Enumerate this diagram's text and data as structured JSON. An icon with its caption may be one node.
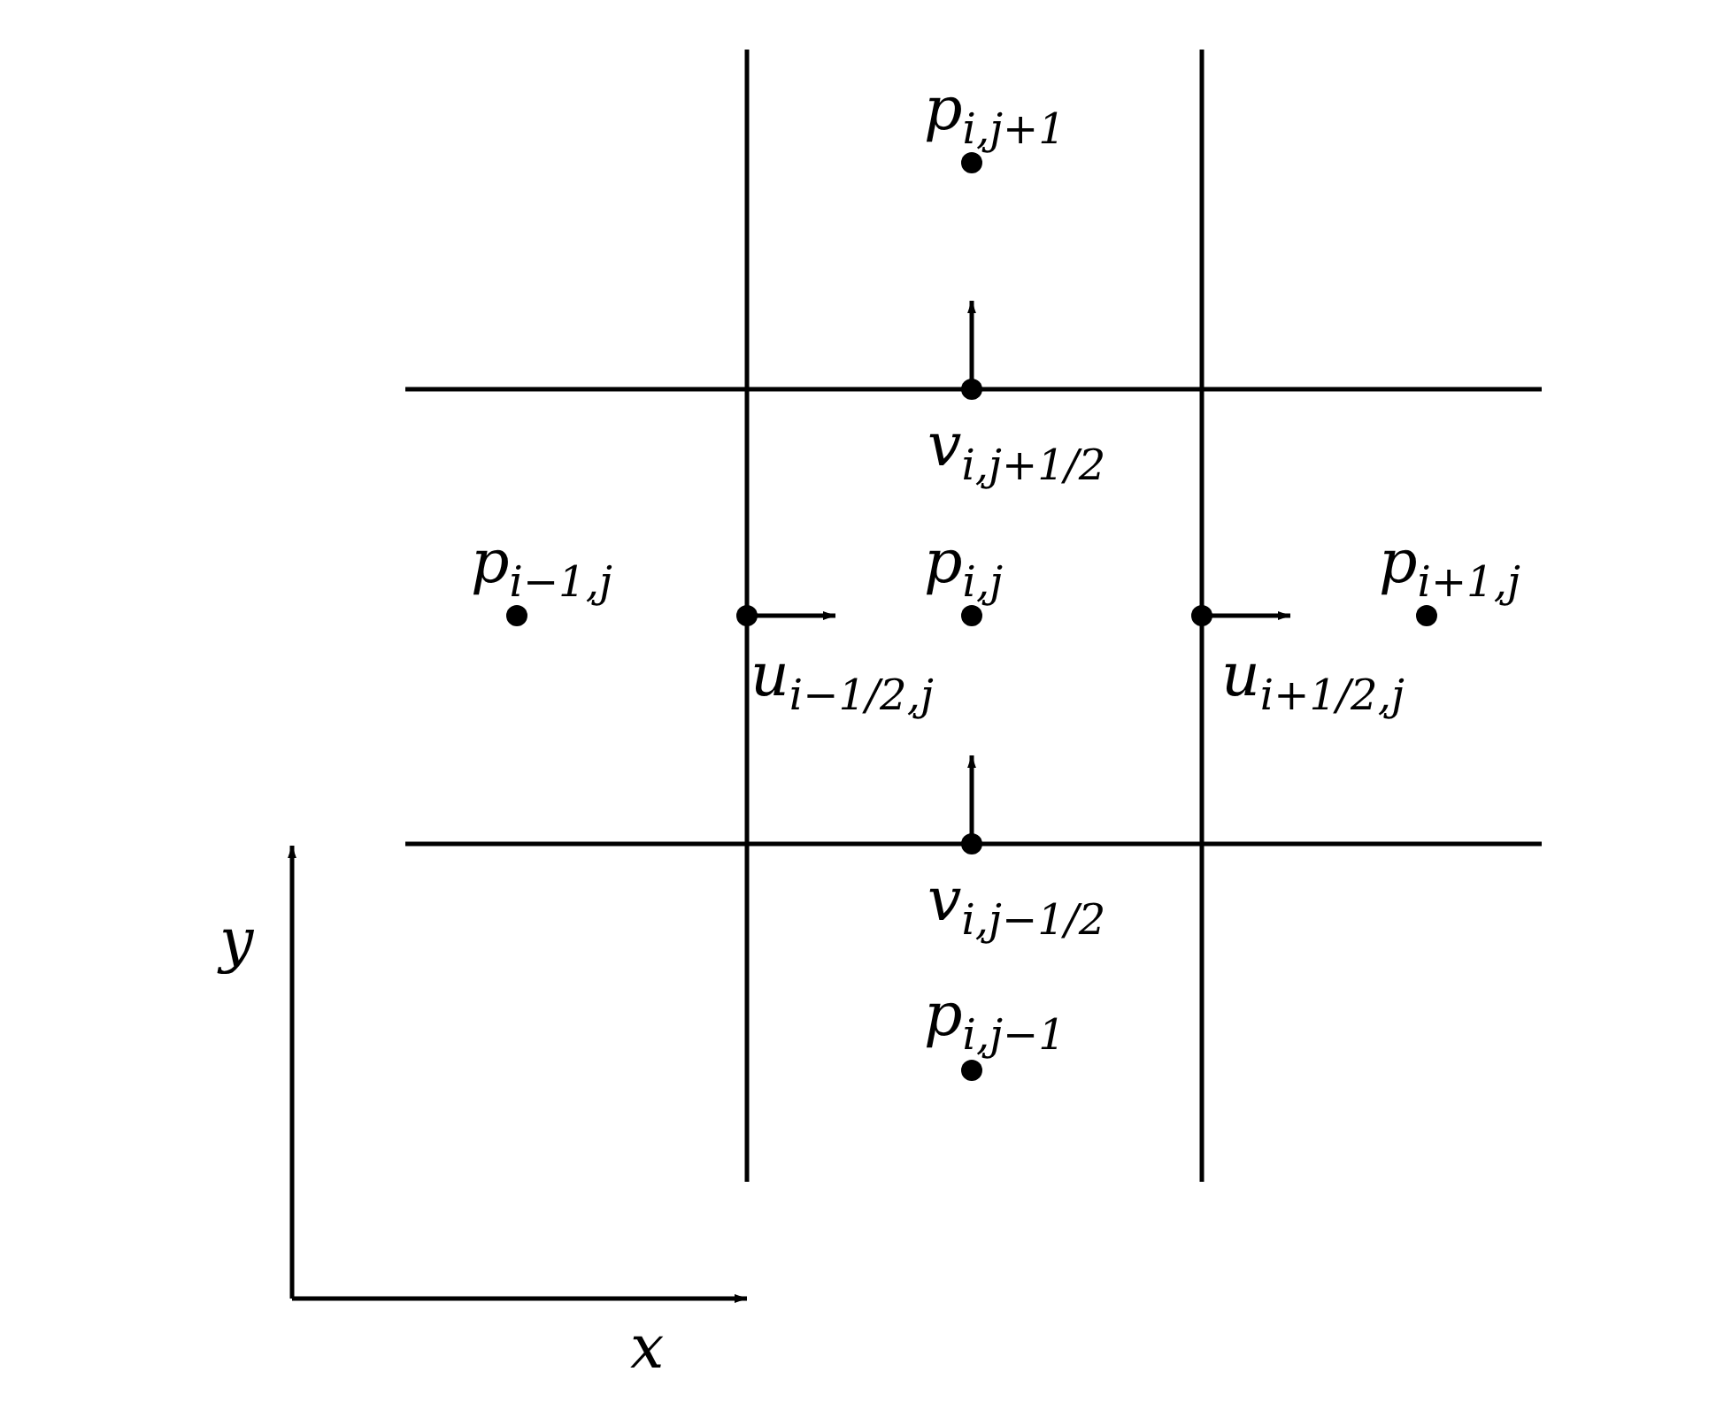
{
  "diagram": {
    "labels": [
      "p$_{i,j+1}$",
      "v$_{i,j+1/2}$",
      "p$_{i−1,j}$",
      "p$_{i,j}$",
      "p$_{i+1,j}$",
      "u$_{i−1/2,j}$",
      "u$_{i+1/2,j}$",
      "v$_{i,j−1/2}$",
      "p$_{i,j−1}$",
      "y",
      "x"
    ]
  }
}
